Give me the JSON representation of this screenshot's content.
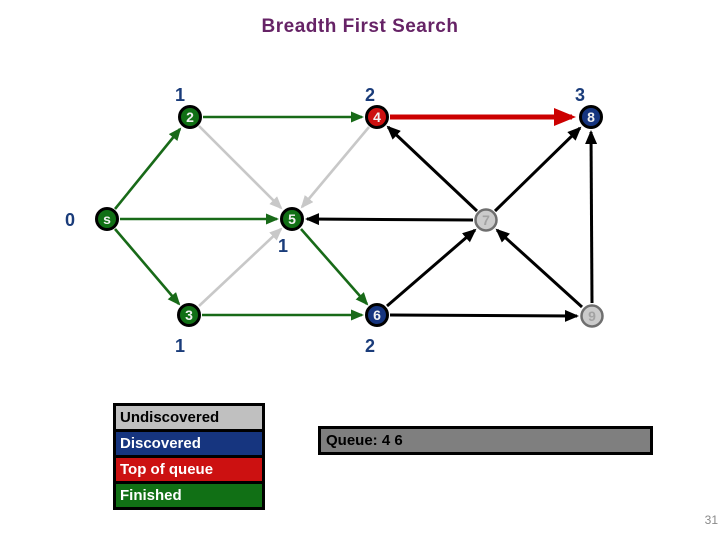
{
  "slide": {
    "title": "Breadth First Search",
    "page_number": "31"
  },
  "colors": {
    "title_text": "#662366",
    "distance_label_text": "#1a3c7a",
    "undiscovered": "#c0c0c0",
    "discovered": "#16357f",
    "top_of_queue": "#cc1111",
    "finished": "#117015",
    "tree_edge": "#186a18",
    "cross_edge": "#c8c8c8",
    "plain_edge": "#000000",
    "active_edge": "#cc0000"
  },
  "graph": {
    "nodes": [
      {
        "id": "s",
        "label": "s",
        "distance": "0",
        "status": "finished"
      },
      {
        "id": "2",
        "label": "2",
        "distance": "1",
        "status": "finished"
      },
      {
        "id": "4",
        "label": "4",
        "distance": "2",
        "status": "top_of_queue"
      },
      {
        "id": "8",
        "label": "8",
        "distance": "3",
        "status": "discovered"
      },
      {
        "id": "5",
        "label": "5",
        "distance": "1",
        "status": "finished"
      },
      {
        "id": "7",
        "label": "7",
        "distance": "",
        "status": "undiscovered"
      },
      {
        "id": "3",
        "label": "3",
        "distance": "1",
        "status": "finished"
      },
      {
        "id": "6",
        "label": "6",
        "distance": "2",
        "status": "discovered"
      },
      {
        "id": "9",
        "label": "9",
        "distance": "",
        "status": "undiscovered"
      }
    ],
    "edges": [
      {
        "from": "s",
        "to": "2",
        "style": "tree"
      },
      {
        "from": "s",
        "to": "5",
        "style": "tree"
      },
      {
        "from": "s",
        "to": "3",
        "style": "tree"
      },
      {
        "from": "2",
        "to": "4",
        "style": "tree"
      },
      {
        "from": "2",
        "to": "5",
        "style": "cross"
      },
      {
        "from": "4",
        "to": "5",
        "style": "cross"
      },
      {
        "from": "3",
        "to": "5",
        "style": "cross"
      },
      {
        "from": "5",
        "to": "6",
        "style": "tree"
      },
      {
        "from": "3",
        "to": "6",
        "style": "tree"
      },
      {
        "from": "4",
        "to": "8",
        "style": "active"
      },
      {
        "from": "7",
        "to": "4",
        "style": "plain"
      },
      {
        "from": "7",
        "to": "5",
        "style": "plain"
      },
      {
        "from": "7",
        "to": "8",
        "style": "plain"
      },
      {
        "from": "6",
        "to": "7",
        "style": "plain"
      },
      {
        "from": "9",
        "to": "7",
        "style": "plain"
      },
      {
        "from": "6",
        "to": "9",
        "style": "plain"
      },
      {
        "from": "9",
        "to": "8",
        "style": "plain"
      }
    ]
  },
  "legend": {
    "items": [
      {
        "label": "Undiscovered",
        "color": "#c0c0c0"
      },
      {
        "label": "Discovered",
        "color": "#16357f"
      },
      {
        "label": "Top of queue",
        "color": "#cc1111"
      },
      {
        "label": "Finished",
        "color": "#117015"
      }
    ]
  },
  "queue": {
    "text": "Queue: 4 6"
  }
}
